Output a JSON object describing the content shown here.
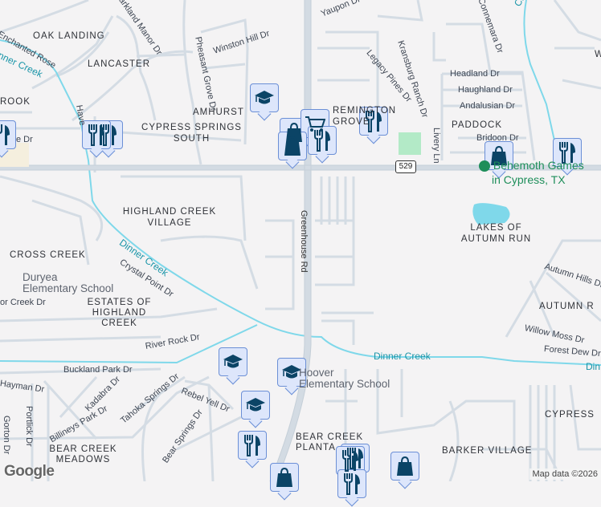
{
  "map": {
    "neighborhoods": {
      "oak_landing": "OAK LANDING",
      "lancaster": "LANCASTER",
      "rook": "ROOK",
      "amhurst": "AMHURST",
      "cypress_springs_south": "CYPRESS SPRINGS SOUTH",
      "remington_grove": "REMINGTON GROVE",
      "paddock": "PADDOCK",
      "highland_creek_village": "HIGHLAND CREEK VILLAGE",
      "cross_creek": "CROSS CREEK",
      "estates_of_highland_creek": "ESTATES OF HIGHLAND CREEK",
      "lakes_of_autumn_run": "LAKES OF AUTUMN RUN",
      "autumn_run": "AUTUMN R",
      "cypress": "CYPRESS",
      "bear_creek_plantation": "BEAR CREEK PLANTA",
      "bear_creek_meadows": "BEAR CREEK MEADOWS",
      "barker_village": "BARKER VILLAGE",
      "w": "W"
    },
    "streets": {
      "enchanted_rose": "Enchanted Rose",
      "parkland_manor": "Parkland Manor Dr",
      "winston_hill": "Winston Hill Dr",
      "pheasant_grove": "Pheasant Grove Dr",
      "yaupon": "Yaupon Dr",
      "connemara": "Connemara Dr",
      "legacy_pines": "Legacy Pines Dr",
      "kransburg_ranch": "Kransburg Ranch Dr",
      "headland": "Headland Dr",
      "haughland": "Haughland Dr",
      "andalusian": "Andalusian Dr",
      "bridoon": "Bridoon Dr",
      "livery": "Livery Ln",
      "greenhouse": "Greenhouse Rd",
      "crystal_point": "Crystal Point Dr",
      "ve_dr": "e Dr",
      "creek_dr": "or Creek Dr",
      "river_rock": "River Rock Dr",
      "buckland_park": "Buckland Park Dr",
      "hayman": "Hayman Dr",
      "kadabra": "Kadabra Dr",
      "portlick": "Portlick Dr",
      "gorton": "Gorton Dr",
      "billineys_park": "Billineys Park Dr",
      "tahoka_springs": "Tahoka Springs Dr",
      "rebel_yell": "Rebel Yell Dr",
      "bear_springs": "Bear Springs Dr",
      "autumn_hills": "Autumn Hills Dr",
      "willow_moss": "Willow Moss Dr",
      "forest_dew": "Forest Dew Dr",
      "haven": "Have"
    },
    "creeks": {
      "dinner_creek_main": "Dinner Creek",
      "dinner_creek_diag": "Dinner Creek",
      "dinner_creek_top": "inner Creek",
      "dinner_creek_right": "Din",
      "creek_topright": "Creek"
    },
    "schools": {
      "duryea": [
        "Duryea",
        "Elementary School"
      ],
      "hoover": [
        "Hoover",
        "Elementary School"
      ]
    },
    "highway_shield": "529",
    "poi_green": [
      "Behemoth Games",
      "in Cypress, TX"
    ],
    "pin_icons": [
      "school-icon",
      "shopping-bag-icon",
      "shopping-cart-icon",
      "restaurant-icon"
    ],
    "colors": {
      "pin_bg": "#dde6fb",
      "pin_border": "#6b8fd6",
      "icon": "#0b4466",
      "creek": "#7fd8ea",
      "road": "#d3dbe3"
    },
    "attribution": "Map data ©2026",
    "logo": "Google"
  }
}
